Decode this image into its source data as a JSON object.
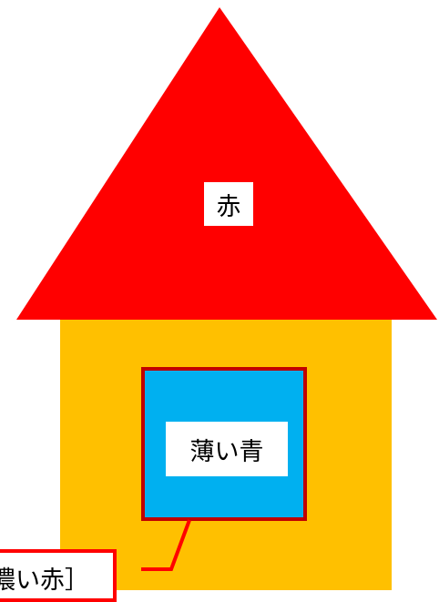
{
  "diagram": {
    "roof": {
      "label": "赤",
      "color": "#ff0000"
    },
    "wall": {
      "color": "#ffc000"
    },
    "window": {
      "label": "薄い青",
      "fill": "#00b0f0",
      "border": "#c00000"
    },
    "callout": {
      "label": "濃い赤］",
      "border": "#ff0000",
      "leader": "#ff0000"
    }
  }
}
